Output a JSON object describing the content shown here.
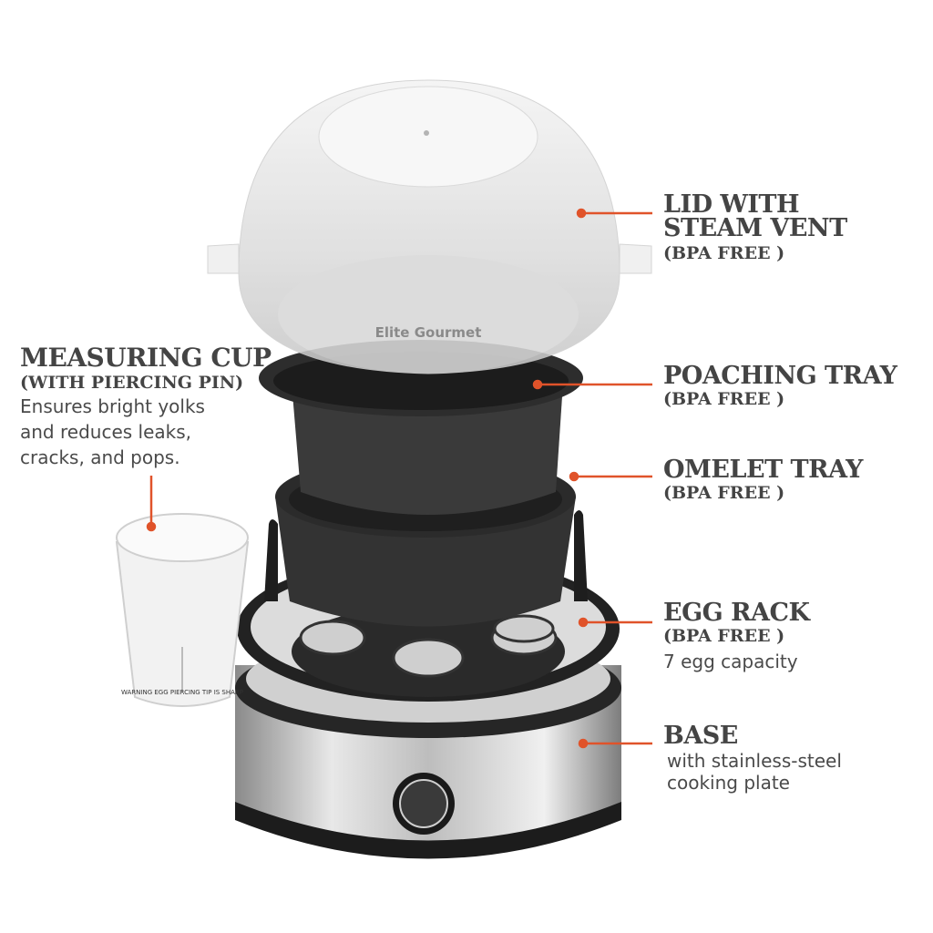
{
  "brand_logo": "Elite Gourmet",
  "cup_warning": "WARNING EGG PIERCING TIP IS SHARP",
  "accent_color": "#e0532a",
  "text_color": "#444444",
  "callouts": {
    "measuring_cup": {
      "title": "MEASURING CUP",
      "subtitle": "(WITH PIERCING PIN)",
      "description": [
        "Ensures bright yolks",
        "and reduces leaks,",
        "cracks, and pops."
      ]
    },
    "lid": {
      "title": [
        "LID WITH",
        "STEAM VENT"
      ],
      "subtitle": "(BPA FREE )"
    },
    "poaching_tray": {
      "title": "POACHING TRAY",
      "subtitle": "(BPA FREE )"
    },
    "omelet_tray": {
      "title": "OMELET TRAY",
      "subtitle": "(BPA FREE )"
    },
    "egg_rack": {
      "title": "EGG RACK",
      "subtitle": "(BPA FREE )",
      "description": "7 egg capacity"
    },
    "base": {
      "title": "BASE",
      "description": [
        "with stainless-steel",
        "cooking plate"
      ]
    }
  }
}
